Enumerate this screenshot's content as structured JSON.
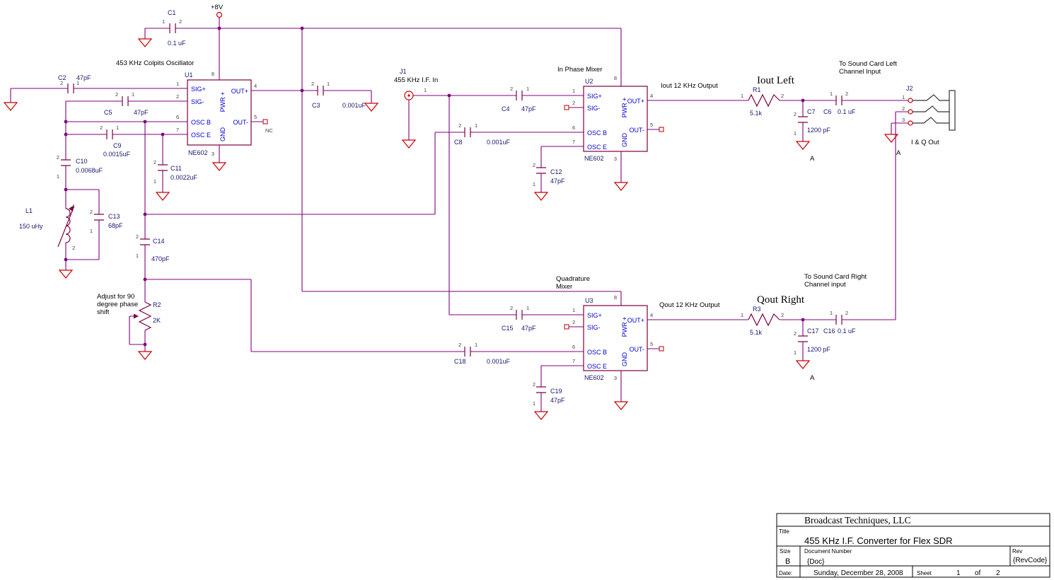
{
  "power_net": "+8V",
  "annotations": {
    "oscillator_title": "453 KHz Colpits Oscillator",
    "in_phase_mixer": "In Phase Mixer",
    "quadrature_line1": "Quadrature",
    "quadrature_line2": "Mixer",
    "iout_output": "Iout 12 KHz Output",
    "qout_output": "Qout 12 KHz Output",
    "iout_left": "Iout Left",
    "qout_right": "Qout Right",
    "sound_left_line1": "To Sound Card Left",
    "sound_left_line2": "Channel Input",
    "sound_right_line1": "To Sound Card Right",
    "sound_right_line2": "Channel input",
    "iq_out": "I & Q Out",
    "adjust_line1": "Adjust for 90",
    "adjust_line2": "degree phase",
    "adjust_line3": "shift",
    "no_connect": "NC",
    "gnd_net_a": "A"
  },
  "ics": {
    "u1": {
      "ref": "U1",
      "part": "NE602",
      "pins": {
        "sig_p": "SIG+",
        "sig_m": "SIG-",
        "osc_b": "OSC B",
        "osc_e": "OSC E",
        "out_p": "OUT+",
        "out_m": "OUT-",
        "pwr": "PWR +",
        "gnd": "GND"
      },
      "nums": {
        "n1": "1",
        "n2": "2",
        "n3": "3",
        "n4": "4",
        "n5": "5",
        "n6": "6",
        "n7": "7",
        "n8": "8"
      }
    },
    "u2": {
      "ref": "U2",
      "part": "NE602",
      "pins": {
        "sig_p": "SIG+",
        "sig_m": "SIG-",
        "osc_b": "OSC B",
        "osc_e": "OSC E",
        "out_p": "OUT+",
        "out_m": "OUT-",
        "pwr": "PWR +",
        "gnd": "GND"
      },
      "nums": {
        "n1": "1",
        "n2": "2",
        "n3": "3",
        "n4": "4",
        "n5": "5",
        "n6": "6",
        "n7": "7",
        "n8": "8"
      }
    },
    "u3": {
      "ref": "U3",
      "part": "NE602",
      "pins": {
        "sig_p": "SIG+",
        "sig_m": "SIG-",
        "osc_b": "OSC B",
        "osc_e": "OSC E",
        "out_p": "OUT+",
        "out_m": "OUT-",
        "pwr": "PWR +",
        "gnd": "GND"
      },
      "nums": {
        "n1": "1",
        "n2": "2",
        "n3": "3",
        "n4": "4",
        "n5": "5",
        "n6": "6",
        "n7": "7",
        "n8": "8"
      }
    }
  },
  "capacitors": {
    "c1": {
      "ref": "C1",
      "value": "0.1 uF",
      "pa": "1",
      "pb": "2"
    },
    "c2": {
      "ref": "C2",
      "value": "47pF",
      "pa": "2",
      "pb": "1"
    },
    "c3": {
      "ref": "C3",
      "value": "0.001uF",
      "pa": "2",
      "pb": "1"
    },
    "c4": {
      "ref": "C4",
      "value": "47pF",
      "pa": "2",
      "pb": "1"
    },
    "c5": {
      "ref": "C5",
      "value": "47pF",
      "pa": "2",
      "pb": "1"
    },
    "c6": {
      "ref": "C6",
      "value": "0.1 uF",
      "pa": "1",
      "pb": "2"
    },
    "c7": {
      "ref": "C7",
      "value": "1200 pF",
      "pa": "2",
      "pb": "1"
    },
    "c8": {
      "ref": "C8",
      "value": "0.001uF",
      "pa": "2",
      "pb": "1"
    },
    "c9": {
      "ref": "C9",
      "value": "0.0015uF",
      "pa": "2",
      "pb": "1"
    },
    "c10": {
      "ref": "C10",
      "value": "0.0068uF",
      "pa": "2",
      "pb": "1"
    },
    "c11": {
      "ref": "C11",
      "value": "0.0022uF",
      "pa": "2",
      "pb": "1"
    },
    "c12": {
      "ref": "C12",
      "value": "47pF",
      "pa": "2",
      "pb": "1"
    },
    "c13": {
      "ref": "C13",
      "value": "68pF",
      "pa": "2",
      "pb": "1"
    },
    "c14": {
      "ref": "C14",
      "value": "470pF",
      "pa": "2",
      "pb": "1"
    },
    "c15": {
      "ref": "C15",
      "value": "47pF",
      "pa": "2",
      "pb": "1"
    },
    "c16": {
      "ref": "C16",
      "value": "0.1 uF",
      "pa": "1",
      "pb": "2"
    },
    "c17": {
      "ref": "C17",
      "value": "1200 pF",
      "pa": "2",
      "pb": "1"
    },
    "c18": {
      "ref": "C18",
      "value": "0.001uF",
      "pa": "2",
      "pb": "1"
    },
    "c19": {
      "ref": "C19",
      "value": "47pF",
      "pa": "2",
      "pb": "1"
    }
  },
  "resistors": {
    "r1": {
      "ref": "R1",
      "value": "5.1k",
      "pa": "1",
      "pb": "2"
    },
    "r2": {
      "ref": "R2",
      "value": "2K"
    },
    "r3": {
      "ref": "R3",
      "value": "5.1k",
      "pa": "1",
      "pb": "2"
    }
  },
  "inductors": {
    "l1": {
      "ref": "L1",
      "value": "150 uHy",
      "pa": "1",
      "pb": "2"
    }
  },
  "connectors": {
    "j1": {
      "ref": "J1",
      "label": "455 KHz I.F. In",
      "p1": "1"
    },
    "j2": {
      "ref": "J2",
      "p1": "1",
      "p2": "2",
      "p3": "3"
    }
  },
  "title_block": {
    "company": "Broadcast Techniques, LLC",
    "title_label": "Title",
    "title": "455 KHz I.F. Converter for Flex SDR",
    "size_label": "Size",
    "size": "B",
    "doc_label": "Document Number",
    "doc": "{Doc}",
    "rev_label": "Rev",
    "rev": "{RevCode}",
    "date_label": "Date:",
    "date": "Sunday, December 28, 2008",
    "sheet_label": "Sheet",
    "sheet": "1",
    "of_label": "of",
    "sheet_total": "2"
  }
}
